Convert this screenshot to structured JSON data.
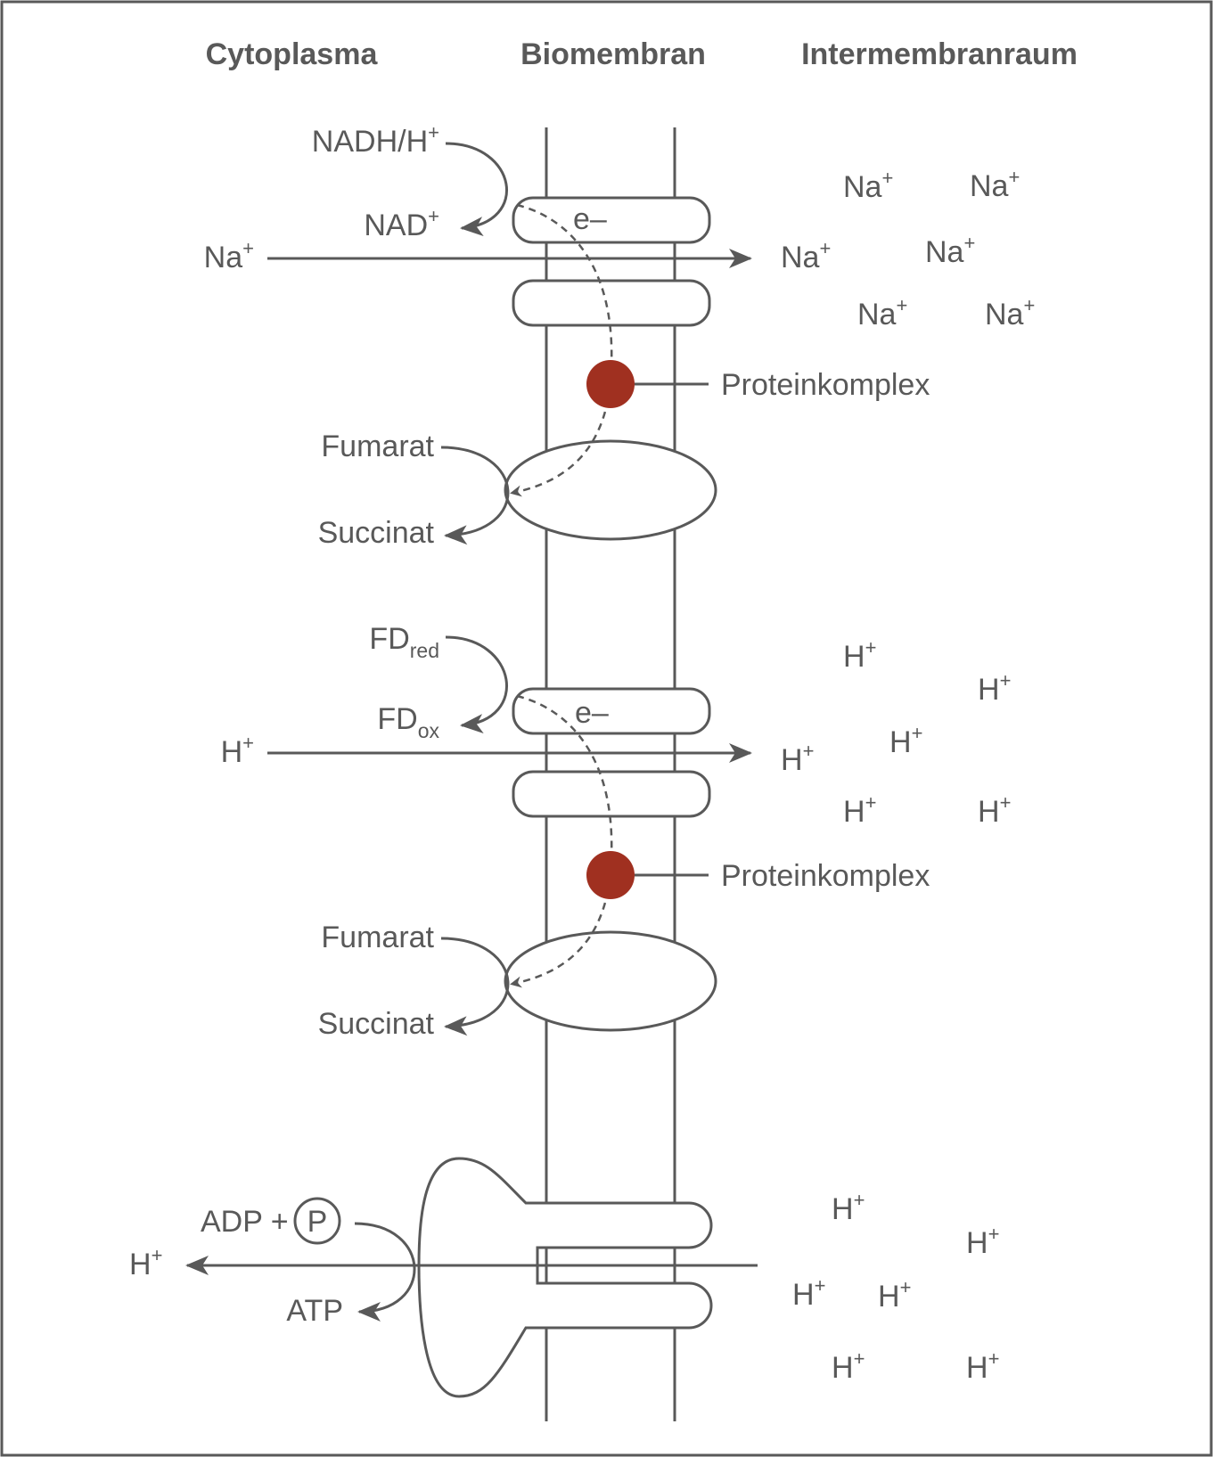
{
  "headers": {
    "cytoplasm": "Cytoplasma",
    "membrane": "Biomembran",
    "intermembrane": "Intermembranraum"
  },
  "ions": {
    "na": "Na",
    "h": "H",
    "plus": "+"
  },
  "electron": "e–",
  "colors": {
    "line": "#595959",
    "protein_complex": "#a03020",
    "background": "#ffffff"
  },
  "reaction1": {
    "donor_base": "NADH/H",
    "donor_sup": "+",
    "acceptor_base": "NAD",
    "acceptor_sup": "+",
    "protein_complex_label": "Proteinkomplex",
    "substrate": "Fumarat",
    "product": "Succinat"
  },
  "reaction2": {
    "donor_base": "FD",
    "donor_sub": "red",
    "acceptor_base": "FD",
    "acceptor_sub": "ox",
    "protein_complex_label": "Proteinkomplex",
    "substrate": "Fumarat",
    "product": "Succinat"
  },
  "atp_synthase": {
    "substrate": "ADP +",
    "phosphate": "P",
    "product": "ATP"
  }
}
